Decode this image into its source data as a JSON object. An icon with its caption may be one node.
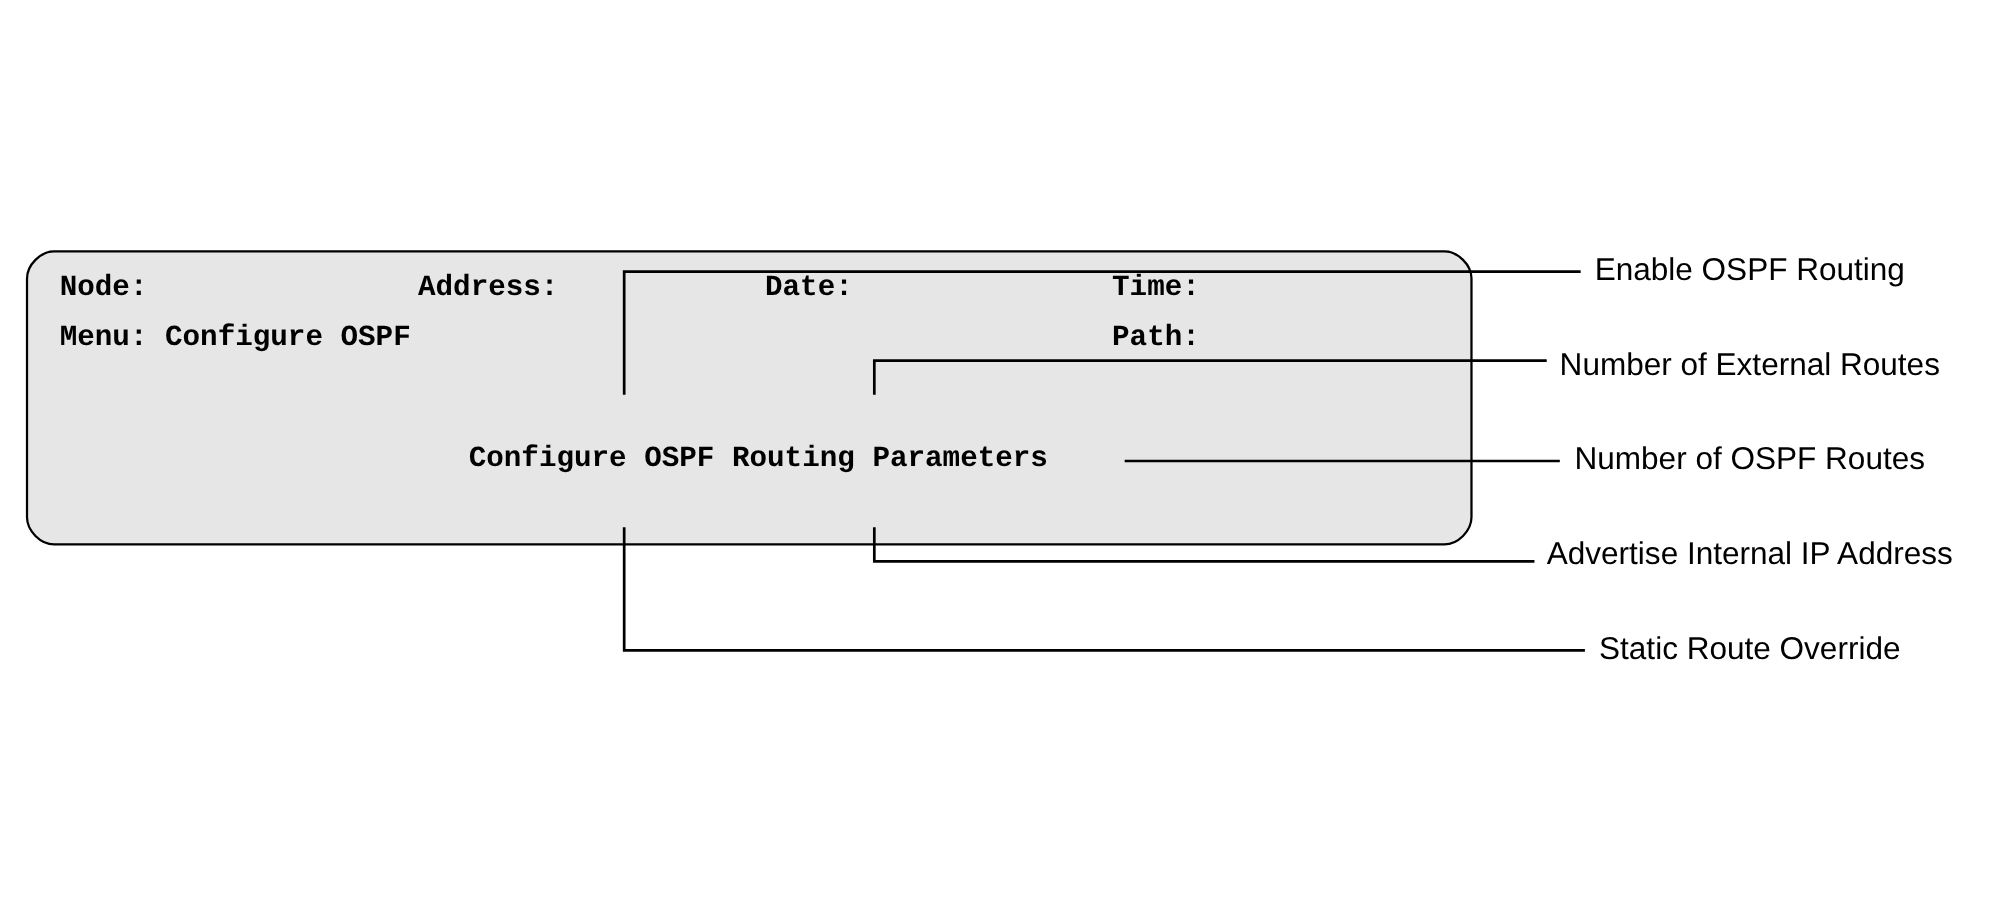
{
  "diagram": {
    "nodes": [
      {
        "text": [
          "Node:",
          "Address:",
          "Date:",
          "Time:",
          "Menu: Configure OSPF",
          "Path:"
        ]
      },
      {
        "text": [
          "Configure OSPF Routing Parameters"
        ],
        "in": 0
      },
      {
        "text": [
          "Enable OSPF Routing"
        ]
      },
      {
        "text": [
          "Number of External Routes"
        ]
      },
      {
        "text": [
          "Number of OSPF Routes"
        ]
      },
      {
        "text": [
          "Advertise Internal IP Address"
        ]
      },
      {
        "text": [
          "Static Route Override"
        ]
      }
    ],
    "edges": [
      {
        "from": 1,
        "to": 2,
        "arrow": "none"
      },
      {
        "from": 1,
        "to": 3,
        "arrow": "none"
      },
      {
        "from": 1,
        "to": 4,
        "arrow": "none"
      },
      {
        "from": 1,
        "to": 5,
        "arrow": "none"
      },
      {
        "from": 1,
        "to": 6,
        "arrow": "none"
      }
    ]
  }
}
